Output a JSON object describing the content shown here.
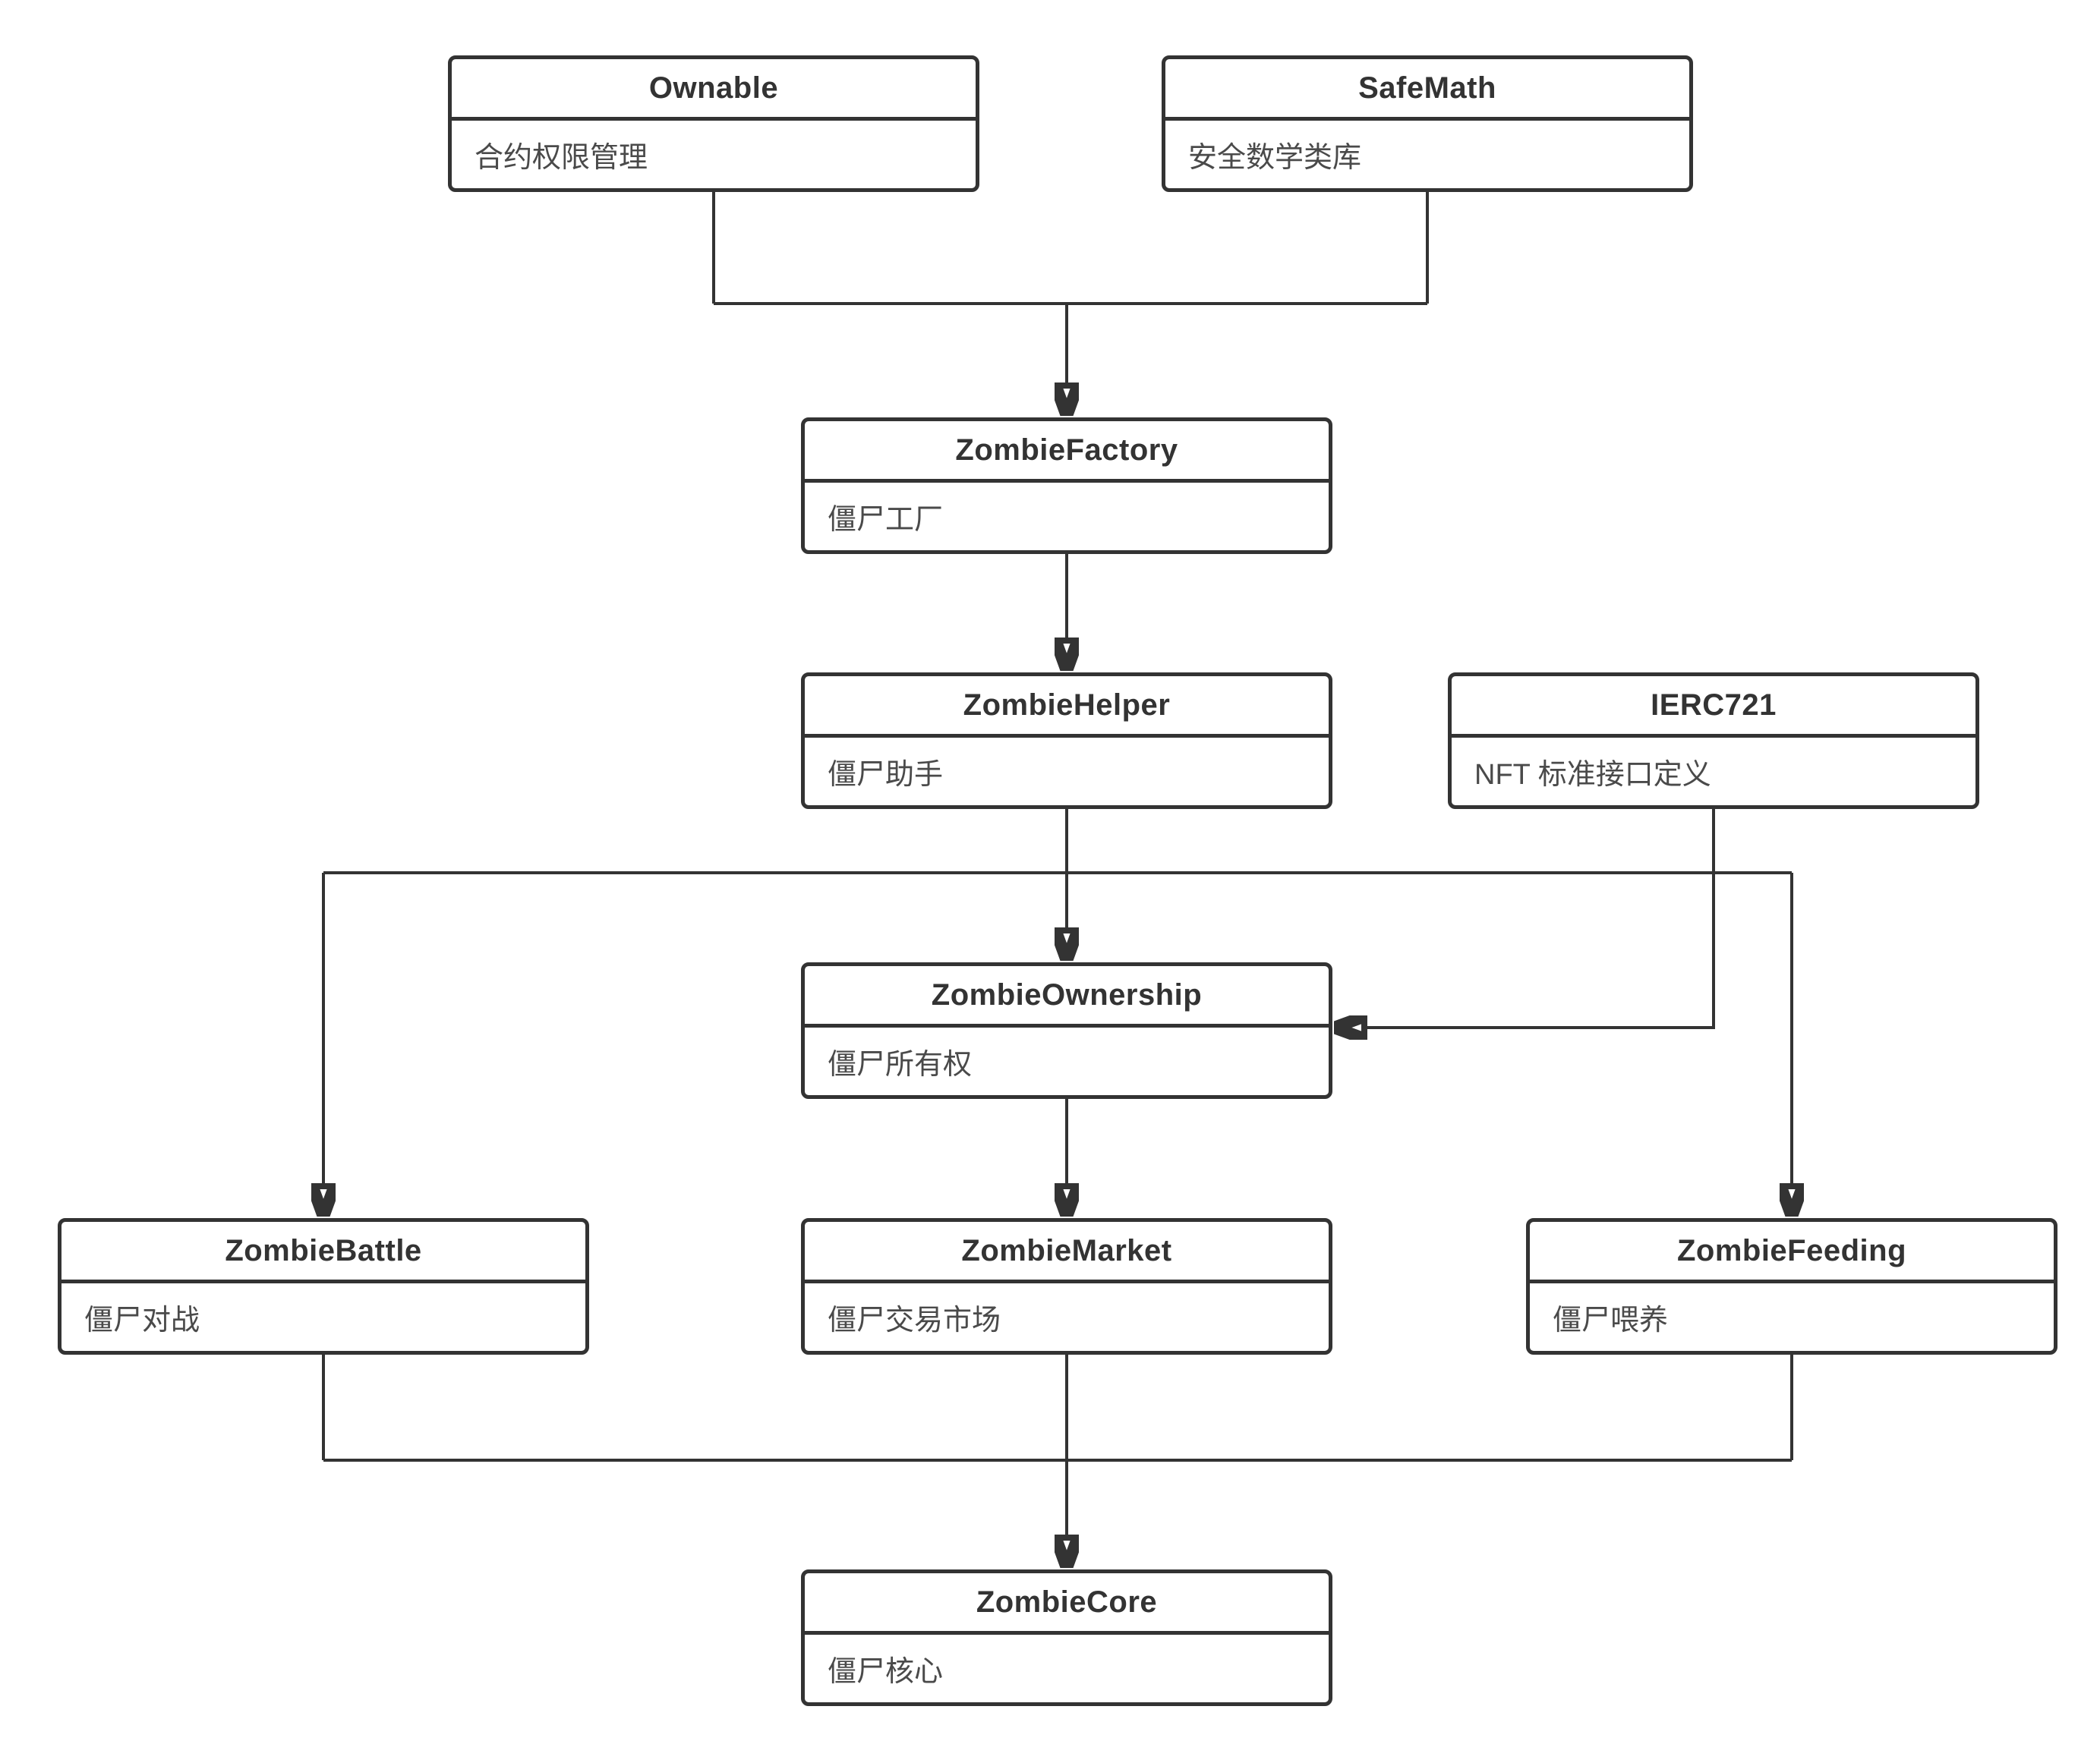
{
  "diagram": {
    "nodes": [
      {
        "id": "ownable",
        "title": "Ownable",
        "desc": "合约权限管理"
      },
      {
        "id": "safemath",
        "title": "SafeMath",
        "desc": "安全数学类库"
      },
      {
        "id": "zombiefactory",
        "title": "ZombieFactory",
        "desc": "僵尸工厂"
      },
      {
        "id": "zombiehelper",
        "title": "ZombieHelper",
        "desc": "僵尸助手"
      },
      {
        "id": "ierc721",
        "title": "IERC721",
        "desc": "NFT 标准接口定义"
      },
      {
        "id": "zombieownership",
        "title": "ZombieOwnership",
        "desc": "僵尸所有权"
      },
      {
        "id": "zombiebattle",
        "title": "ZombieBattle",
        "desc": "僵尸对战"
      },
      {
        "id": "zombiemarket",
        "title": "ZombieMarket",
        "desc": "僵尸交易市场"
      },
      {
        "id": "zombiefeeding",
        "title": "ZombieFeeding",
        "desc": "僵尸喂养"
      },
      {
        "id": "zombiecore",
        "title": "ZombieCore",
        "desc": "僵尸核心"
      }
    ],
    "edges": [
      {
        "from": "Ownable",
        "to": "ZombieFactory"
      },
      {
        "from": "SafeMath",
        "to": "ZombieFactory"
      },
      {
        "from": "ZombieFactory",
        "to": "ZombieHelper"
      },
      {
        "from": "ZombieHelper",
        "to": "ZombieBattle"
      },
      {
        "from": "ZombieHelper",
        "to": "ZombieOwnership"
      },
      {
        "from": "ZombieHelper",
        "to": "ZombieFeeding"
      },
      {
        "from": "IERC721",
        "to": "ZombieOwnership"
      },
      {
        "from": "ZombieOwnership",
        "to": "ZombieMarket"
      },
      {
        "from": "ZombieBattle",
        "to": "ZombieCore"
      },
      {
        "from": "ZombieMarket",
        "to": "ZombieCore"
      },
      {
        "from": "ZombieFeeding",
        "to": "ZombieCore"
      }
    ],
    "colors": {
      "line": "#333333",
      "box_border": "#333333",
      "box_fill": "#ffffff",
      "title_text": "#333333",
      "desc_text": "#4a4a4a",
      "page_background": "#ffffff"
    }
  }
}
